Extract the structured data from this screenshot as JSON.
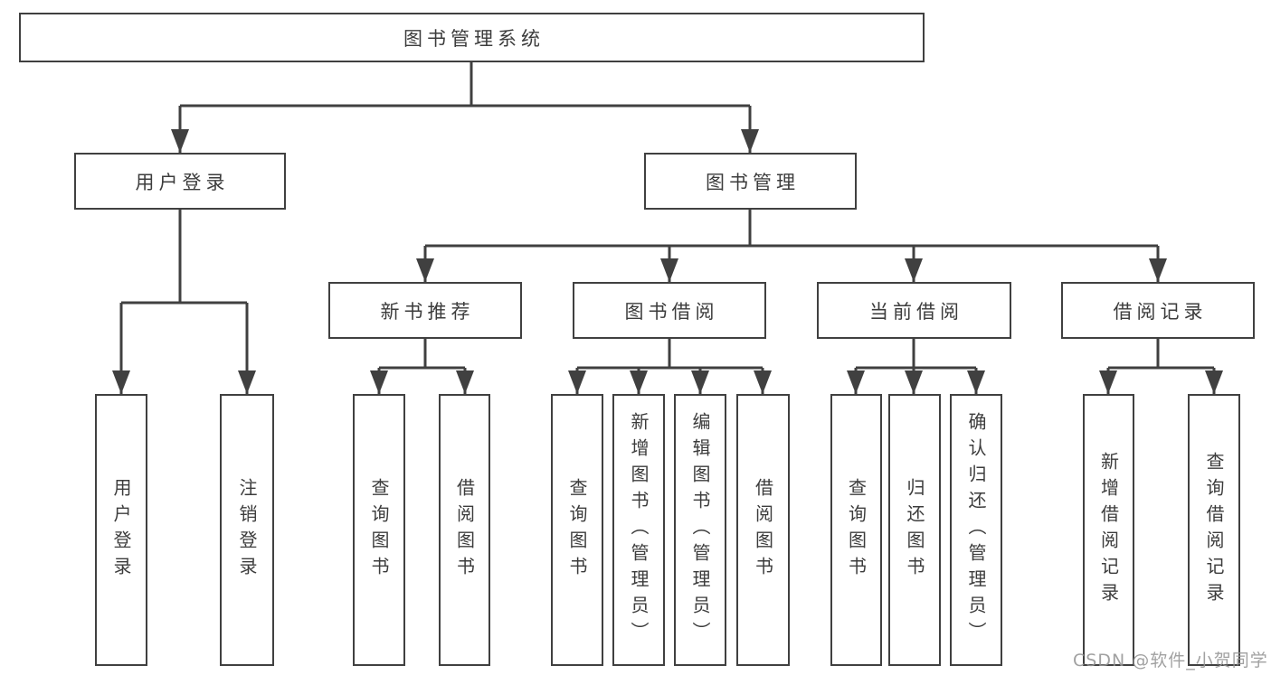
{
  "diagram": {
    "root": {
      "label": "图书管理系统"
    },
    "branches": [
      {
        "label": "用户登录",
        "children": [
          {
            "label": "用户登录"
          },
          {
            "label": "注销登录"
          }
        ]
      },
      {
        "label": "图书管理",
        "children": [
          {
            "label": "新书推荐",
            "children": [
              {
                "label": "查询图书"
              },
              {
                "label": "借阅图书"
              }
            ]
          },
          {
            "label": "图书借阅",
            "children": [
              {
                "label": "查询图书"
              },
              {
                "label": "新增图书（管理员）"
              },
              {
                "label": "编辑图书（管理员）"
              },
              {
                "label": "借阅图书"
              }
            ]
          },
          {
            "label": "当前借阅",
            "children": [
              {
                "label": "查询图书"
              },
              {
                "label": "归还图书"
              },
              {
                "label": "确认归还（管理员）"
              }
            ]
          },
          {
            "label": "借阅记录",
            "children": [
              {
                "label": "新增借阅记录"
              },
              {
                "label": "查询借阅记录"
              }
            ]
          }
        ]
      }
    ]
  },
  "watermark": "CSDN @软件_小贺同学",
  "colors": {
    "line": "#404040",
    "text": "#3c3c3c",
    "watermark": "#949494",
    "background": "#ffffff"
  }
}
